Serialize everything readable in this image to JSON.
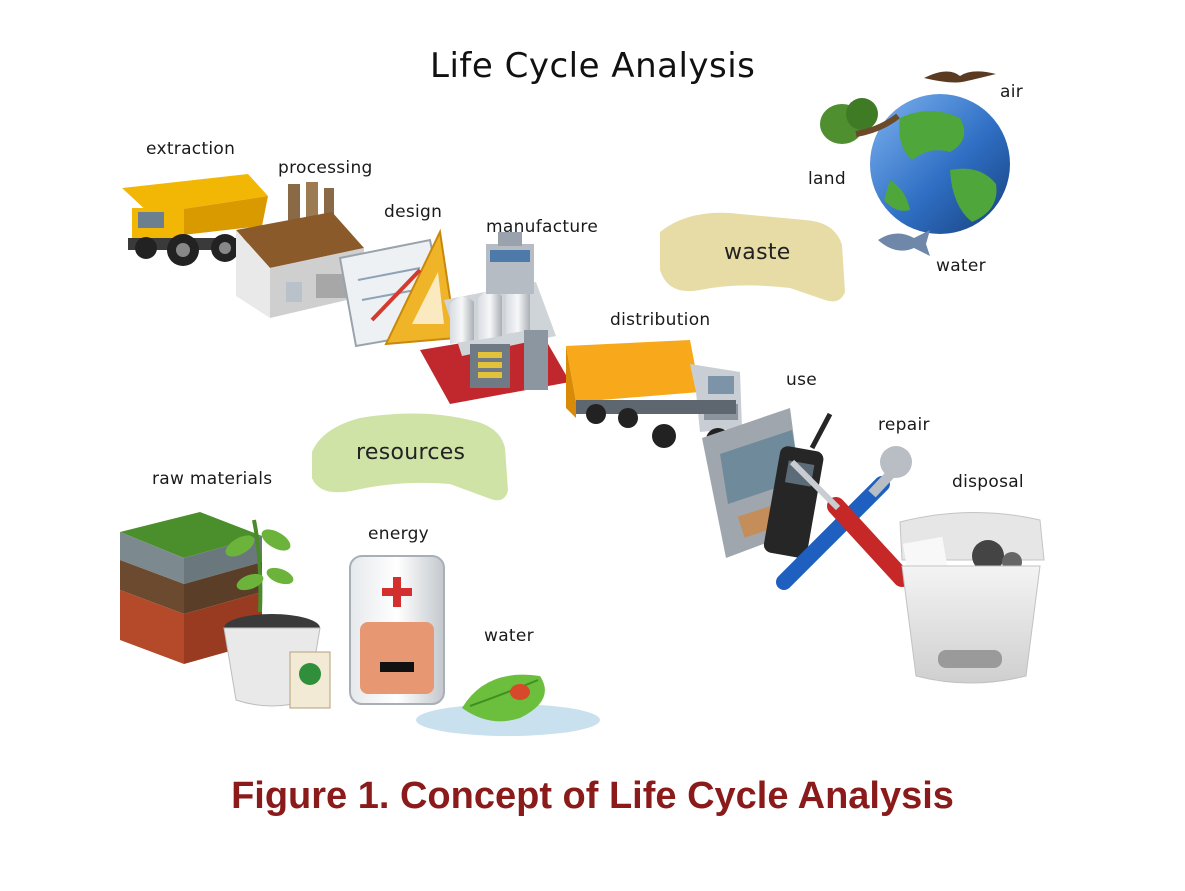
{
  "diagram": {
    "title": "Life Cycle Analysis",
    "caption": "Figure 1. Concept of Life Cycle Analysis",
    "stages": {
      "extraction": "extraction",
      "processing": "processing",
      "design": "design",
      "manufacture": "manufacture",
      "distribution": "distribution",
      "use": "use",
      "repair": "repair",
      "disposal": "disposal"
    },
    "inputs": {
      "arrow_label": "resources",
      "raw_materials": "raw materials",
      "energy": "energy",
      "water": "water"
    },
    "outputs": {
      "arrow_label": "waste",
      "air": "air",
      "land": "land",
      "water": "water"
    },
    "colors": {
      "caption": "#8b1a1a",
      "resources_arrow": "#cfe3a6",
      "waste_arrow": "#e7dca6",
      "truck_yellow": "#f2b705",
      "lorry_orange": "#f7a81b",
      "factory_red": "#c0282d",
      "globe_blue": "#2f6fc4",
      "globe_green": "#4fa63a"
    },
    "icons": [
      "dump-truck-icon",
      "factory-building-icon",
      "design-tools-icon",
      "manufacturing-plant-icon",
      "delivery-truck-icon",
      "magazine-icon",
      "mobile-phone-icon",
      "wrench-screwdriver-icon",
      "trash-bin-icon",
      "earth-globe-icon",
      "bird-icon",
      "tree-icon",
      "fish-icon",
      "soil-layers-icon",
      "potted-plant-icon",
      "battery-icon",
      "leaf-water-icon"
    ]
  }
}
